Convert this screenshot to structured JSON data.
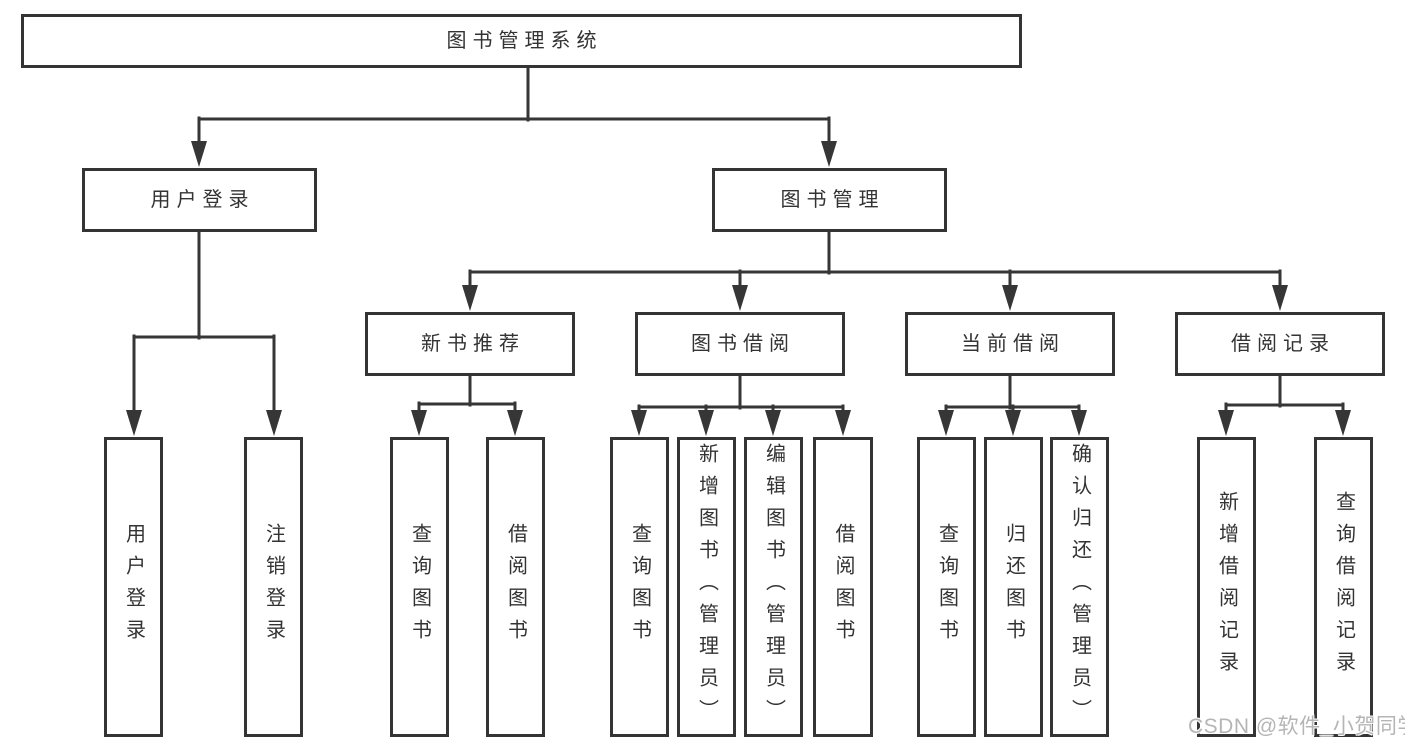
{
  "diagram": {
    "root": {
      "label": "图书管理系统"
    },
    "level2": [
      {
        "label": "用户登录"
      },
      {
        "label": "图书管理"
      }
    ],
    "level3": [
      {
        "label": "新书推荐"
      },
      {
        "label": "图书借阅"
      },
      {
        "label": "当前借阅"
      },
      {
        "label": "借阅记录"
      }
    ],
    "leaves": [
      {
        "label": "用户登录"
      },
      {
        "label": "注销登录"
      },
      {
        "label": "查询图书"
      },
      {
        "label": "借阅图书"
      },
      {
        "label": "查询图书"
      },
      {
        "label": "新增图书（管理员）"
      },
      {
        "label": "编辑图书（管理员）"
      },
      {
        "label": "借阅图书"
      },
      {
        "label": "查询图书"
      },
      {
        "label": "归还图书"
      },
      {
        "label": "确认归还（管理员）"
      },
      {
        "label": "新增借阅记录"
      },
      {
        "label": "查询借阅记录"
      }
    ],
    "watermark": "CSDN @软件_小贺同学",
    "colors": {
      "line": "#363636",
      "text": "#333333",
      "watermark": "#b5b5b5"
    }
  }
}
